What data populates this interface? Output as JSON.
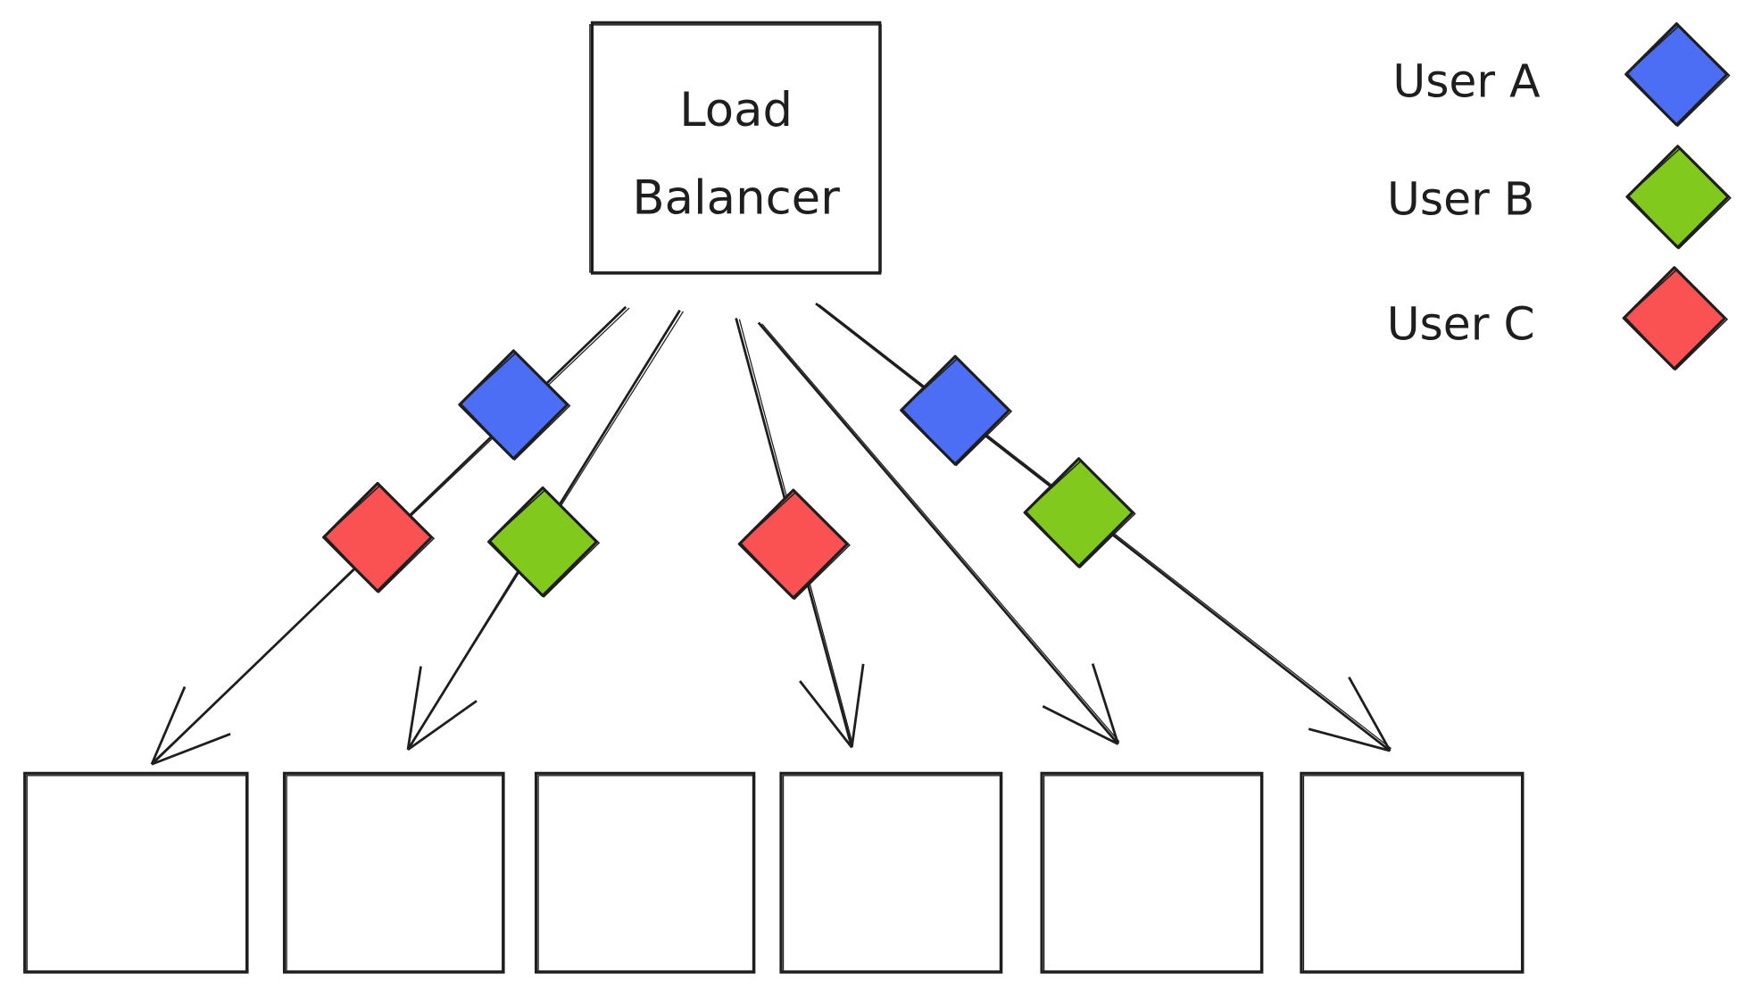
{
  "load_balancer": {
    "line1": "Load",
    "line2": "Balancer"
  },
  "legend": [
    {
      "label": "User A",
      "color": "#4c6ef5"
    },
    {
      "label": "User B",
      "color": "#82c91e"
    },
    {
      "label": "User C",
      "color": "#fa5252"
    }
  ],
  "connections": [
    {
      "target_server": 1,
      "packets": [
        "User A",
        "User C"
      ]
    },
    {
      "target_server": 2,
      "packets": [
        "User B"
      ]
    },
    {
      "target_server": 4,
      "packets": [
        "User C"
      ]
    },
    {
      "target_server": 5,
      "packets": []
    },
    {
      "target_server": 6,
      "packets": [
        "User A",
        "User B"
      ]
    }
  ],
  "server_count": 6
}
